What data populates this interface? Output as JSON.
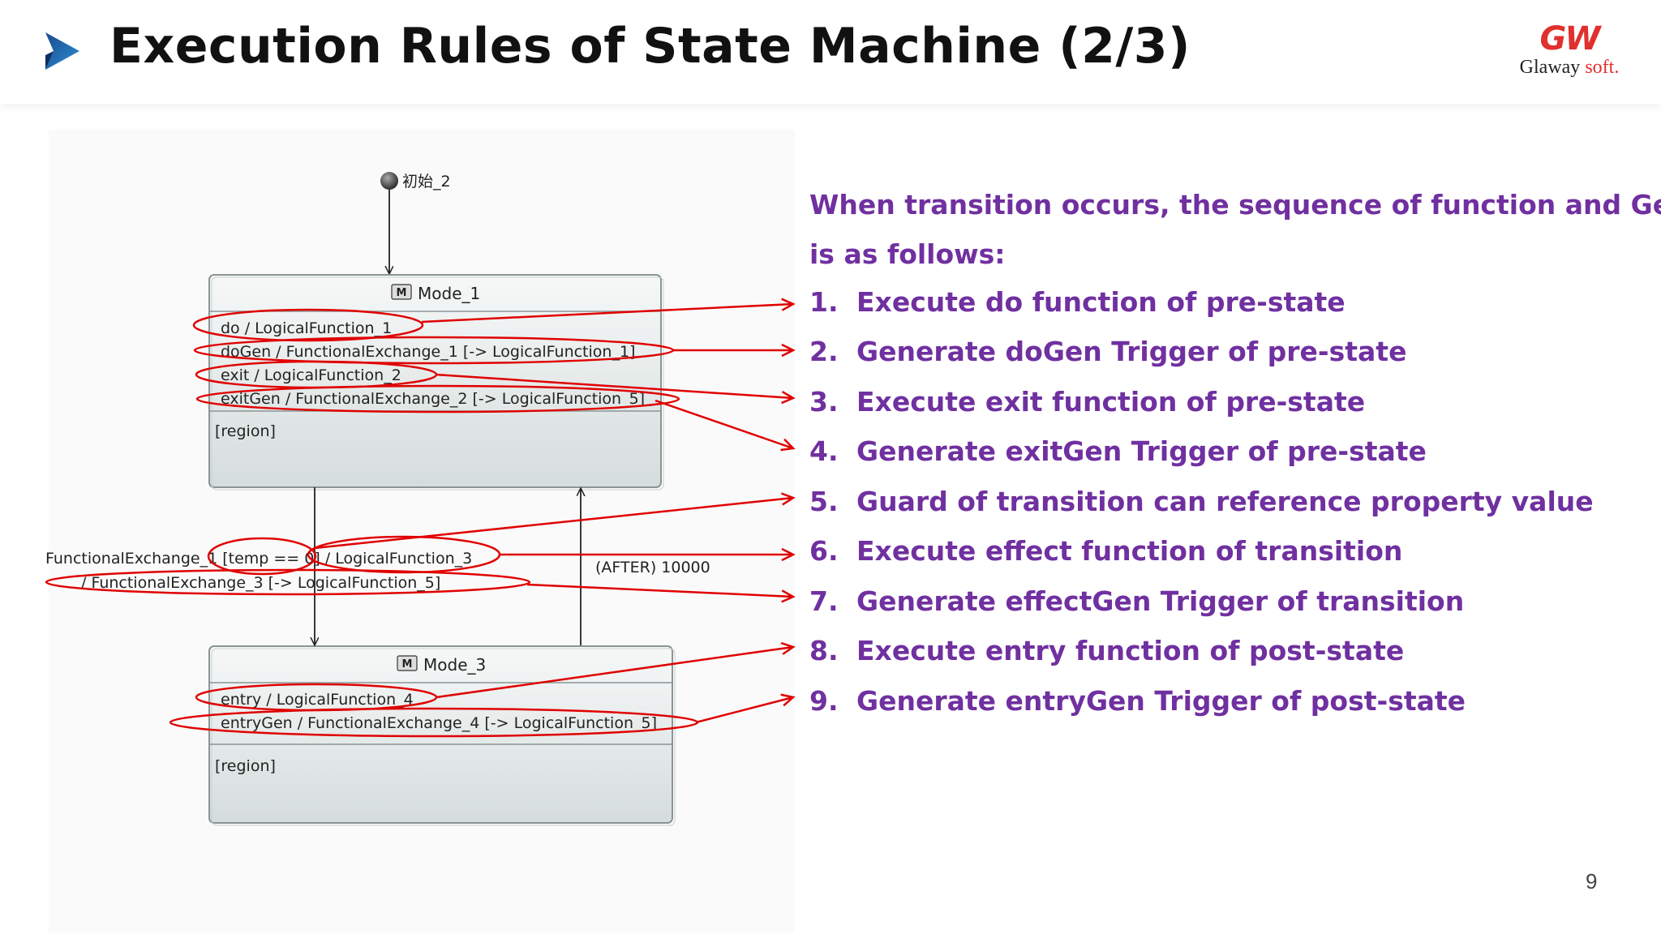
{
  "slide": {
    "title": "Execution Rules of State Machine (2/3)",
    "page_number": "9"
  },
  "brand": {
    "mark": "GW",
    "name_main": "Glaway ",
    "name_accent": "soft.",
    "accent_color": "#e0302e"
  },
  "header_icon": "play-triangle-icon",
  "diagram": {
    "initial_label": "初始_2",
    "mode1": {
      "stereotype": "M",
      "name": "Mode_1",
      "rows": [
        "do / LogicalFunction_1",
        "doGen / FunctionalExchange_1 [-> LogicalFunction_1]",
        "exit / LogicalFunction_2",
        "exitGen / FunctionalExchange_2 [-> LogicalFunction_5]"
      ],
      "region": "[region]"
    },
    "mode3": {
      "stereotype": "M",
      "name": "Mode_3",
      "rows": [
        "entry / LogicalFunction_4",
        "entryGen / FunctionalExchange_4 [-> LogicalFunction_5]"
      ],
      "region": "[region]"
    },
    "transition_line1": "FunctionalExchange_1 [temp == 0] / LogicalFunction_3",
    "transition_line2": "/ FunctionalExchange_3 [-> LogicalFunction_5]",
    "after_label": "(AFTER) 10000",
    "highlight_color": "#e00000"
  },
  "rules": {
    "intro_line1": "When transition occurs, the sequence of function and Gen",
    "intro_line2": "is as follows:",
    "text_color": "#7030a0",
    "items": [
      {
        "num": "1.",
        "text": "Execute do function of pre-state"
      },
      {
        "num": "2.",
        "text": "Generate doGen Trigger of pre-state"
      },
      {
        "num": "3.",
        "text": "Execute exit function of pre-state"
      },
      {
        "num": "4.",
        "text": "Generate exitGen Trigger of pre-state"
      },
      {
        "num": "5.",
        "text": "Guard of transition can reference property value"
      },
      {
        "num": "6.",
        "text": "Execute effect function of transition"
      },
      {
        "num": "7.",
        "text": "Generate effectGen Trigger of transition"
      },
      {
        "num": "8.",
        "text": "Execute entry function of post-state"
      },
      {
        "num": "9.",
        "text": "Generate entryGen Trigger of post-state"
      }
    ]
  }
}
